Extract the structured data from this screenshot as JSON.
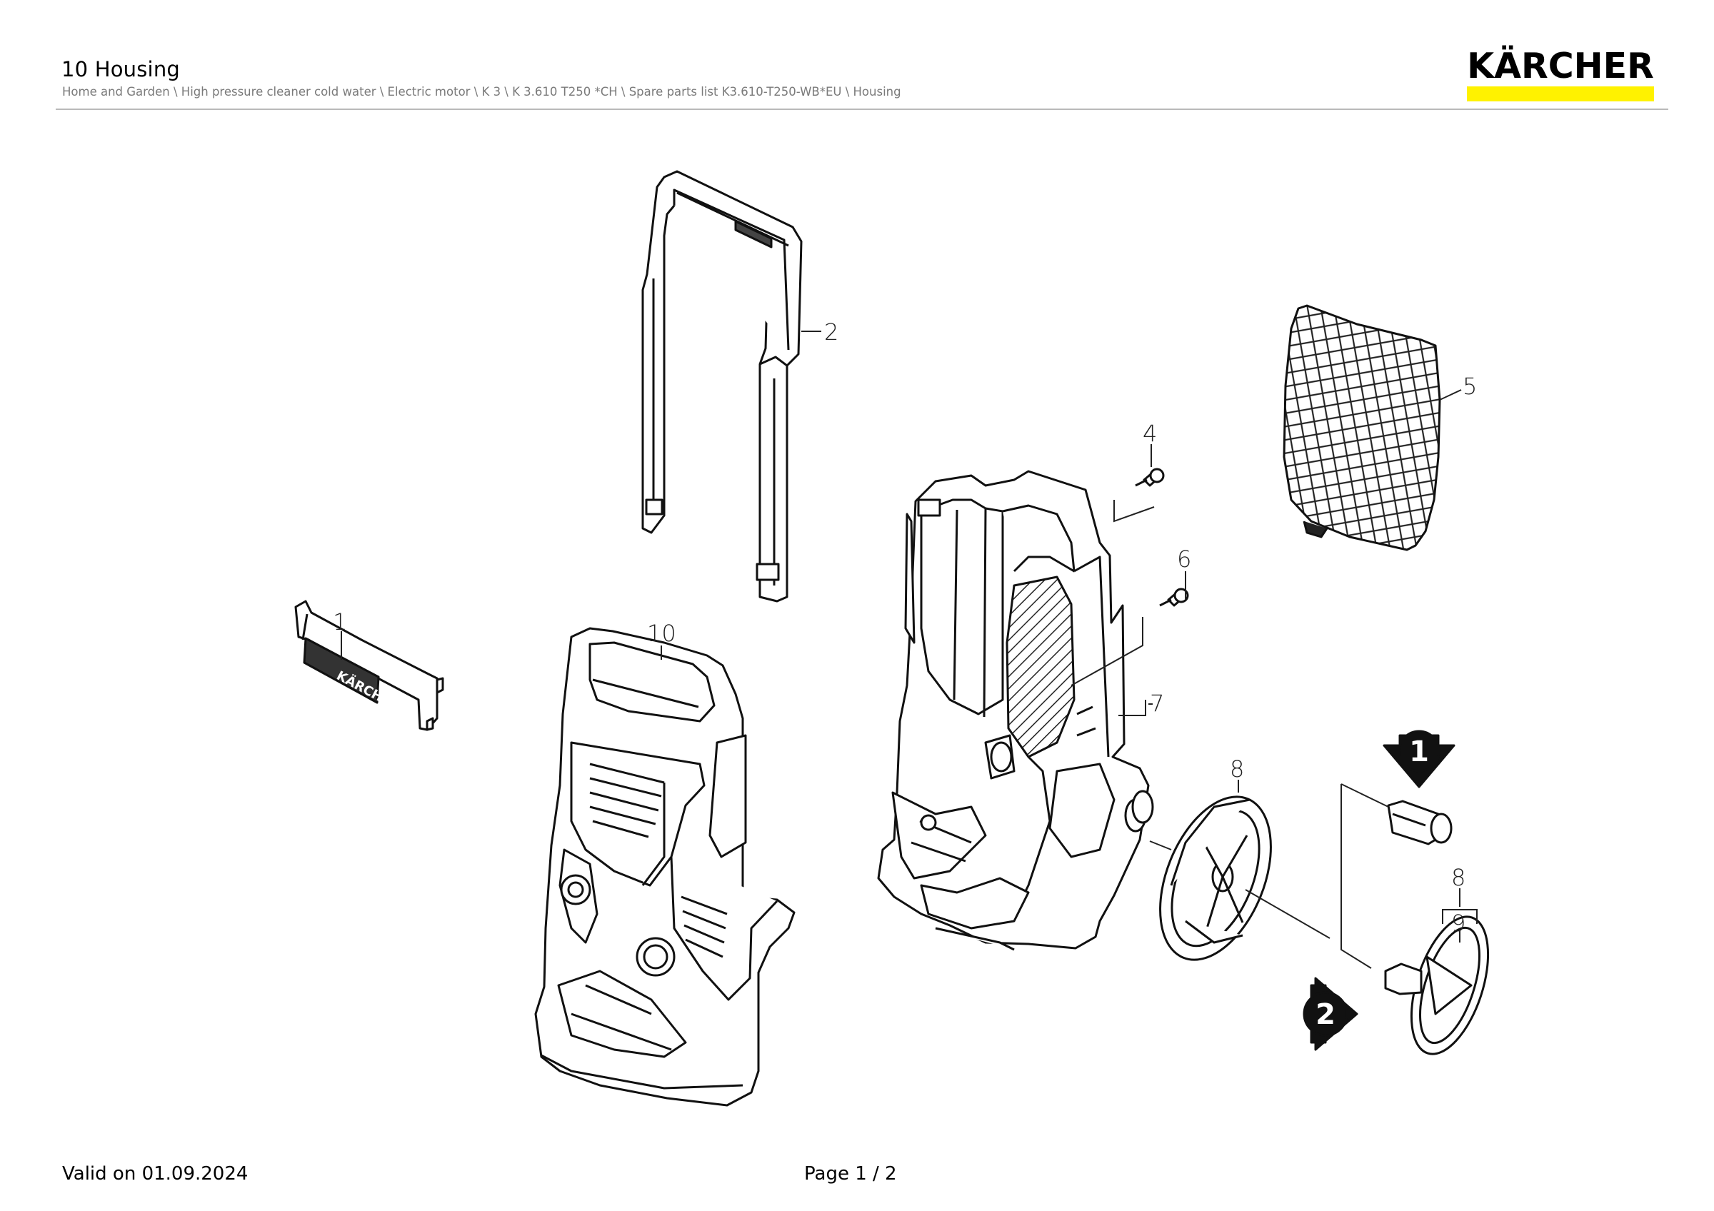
{
  "header": {
    "title": "10 Housing",
    "breadcrumb": "Home and Garden \\ High pressure cleaner cold water \\ Electric motor \\ K 3 \\ K 3.610 T250 *CH \\ Spare parts list K3.610-T250-WB*EU \\ Housing",
    "brand": "KÄRCHER",
    "brand_bar_color": "#fff200"
  },
  "diagram": {
    "callouts": [
      "1",
      "2",
      "4",
      "5",
      "6",
      "7",
      "8",
      "8",
      "9",
      "10"
    ],
    "badges": [
      "1",
      "2"
    ],
    "part_embossing": "KÄRCHER"
  },
  "footer": {
    "valid_on": "Valid on 01.09.2024",
    "page": "Page 1 / 2"
  }
}
